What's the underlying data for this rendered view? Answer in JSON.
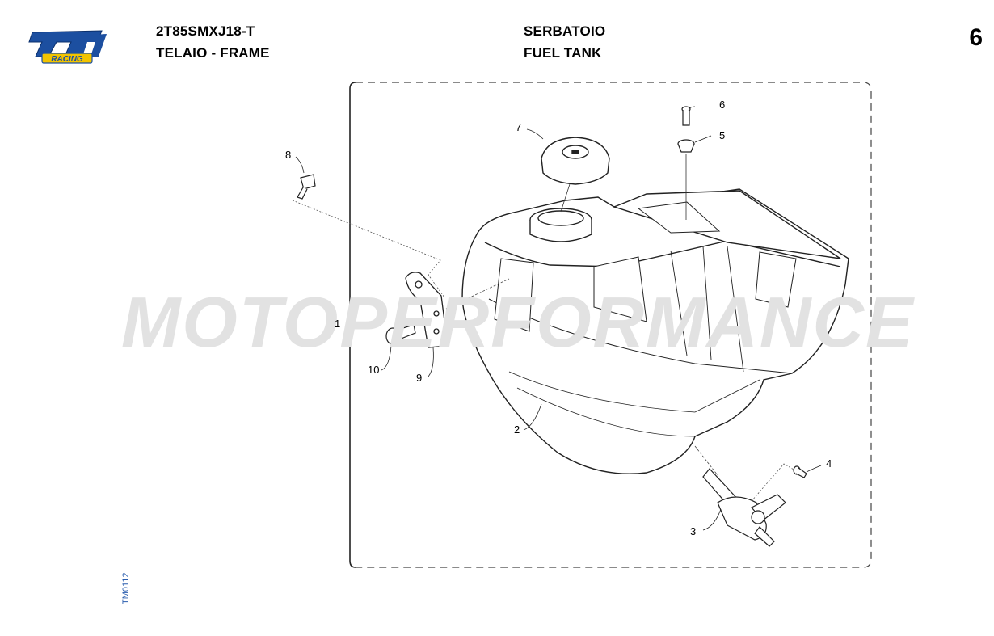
{
  "header": {
    "model_code": "2T85SMXJ18-T",
    "group_name": "TELAIO - FRAME",
    "section_it": "SERBATOIO",
    "section_en": "FUEL TANK",
    "page_number": "6"
  },
  "brand": {
    "logo_text": "tm",
    "logo_subtext": "RACING",
    "primary_color": "#1c4fa0",
    "accent_color": "#f2c400"
  },
  "watermark": "MOTOPERFORMANCE",
  "drawing_code": "TM0112",
  "callouts": [
    "1",
    "2",
    "3",
    "4",
    "5",
    "6",
    "7",
    "8",
    "9",
    "10"
  ]
}
